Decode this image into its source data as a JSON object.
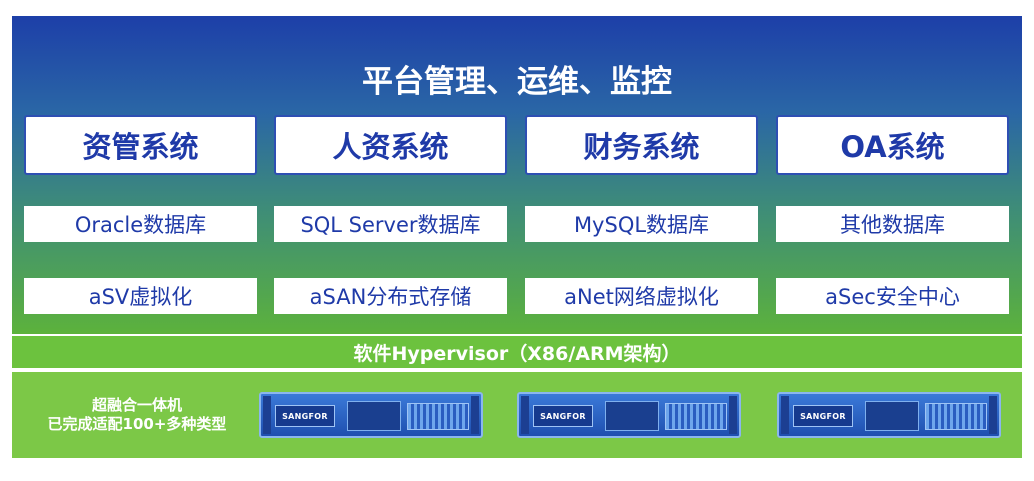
{
  "title": "平台管理、运维、监控",
  "systems": [
    "资管系统",
    "人资系统",
    "财务系统",
    "OA系统"
  ],
  "databases": [
    "Oracle数据库",
    "SQL Server数据库",
    "MySQL数据库",
    "其他数据库"
  ],
  "virtualization": [
    "aSV虚拟化",
    "aSAN分布式存储",
    "aNet网络虚拟化",
    "aSec安全中心"
  ],
  "hypervisor": "软件Hypervisor（X86/ARM架构）",
  "hardware": {
    "label_line1": "超融合一体机",
    "label_line2": "已完成适配100+多种类型",
    "server_brand": "SANGFOR"
  },
  "colors": {
    "accent_blue": "#1f3aa8",
    "top_gradient": "#1d3fa8",
    "bottom_green": "#6cc23e"
  }
}
